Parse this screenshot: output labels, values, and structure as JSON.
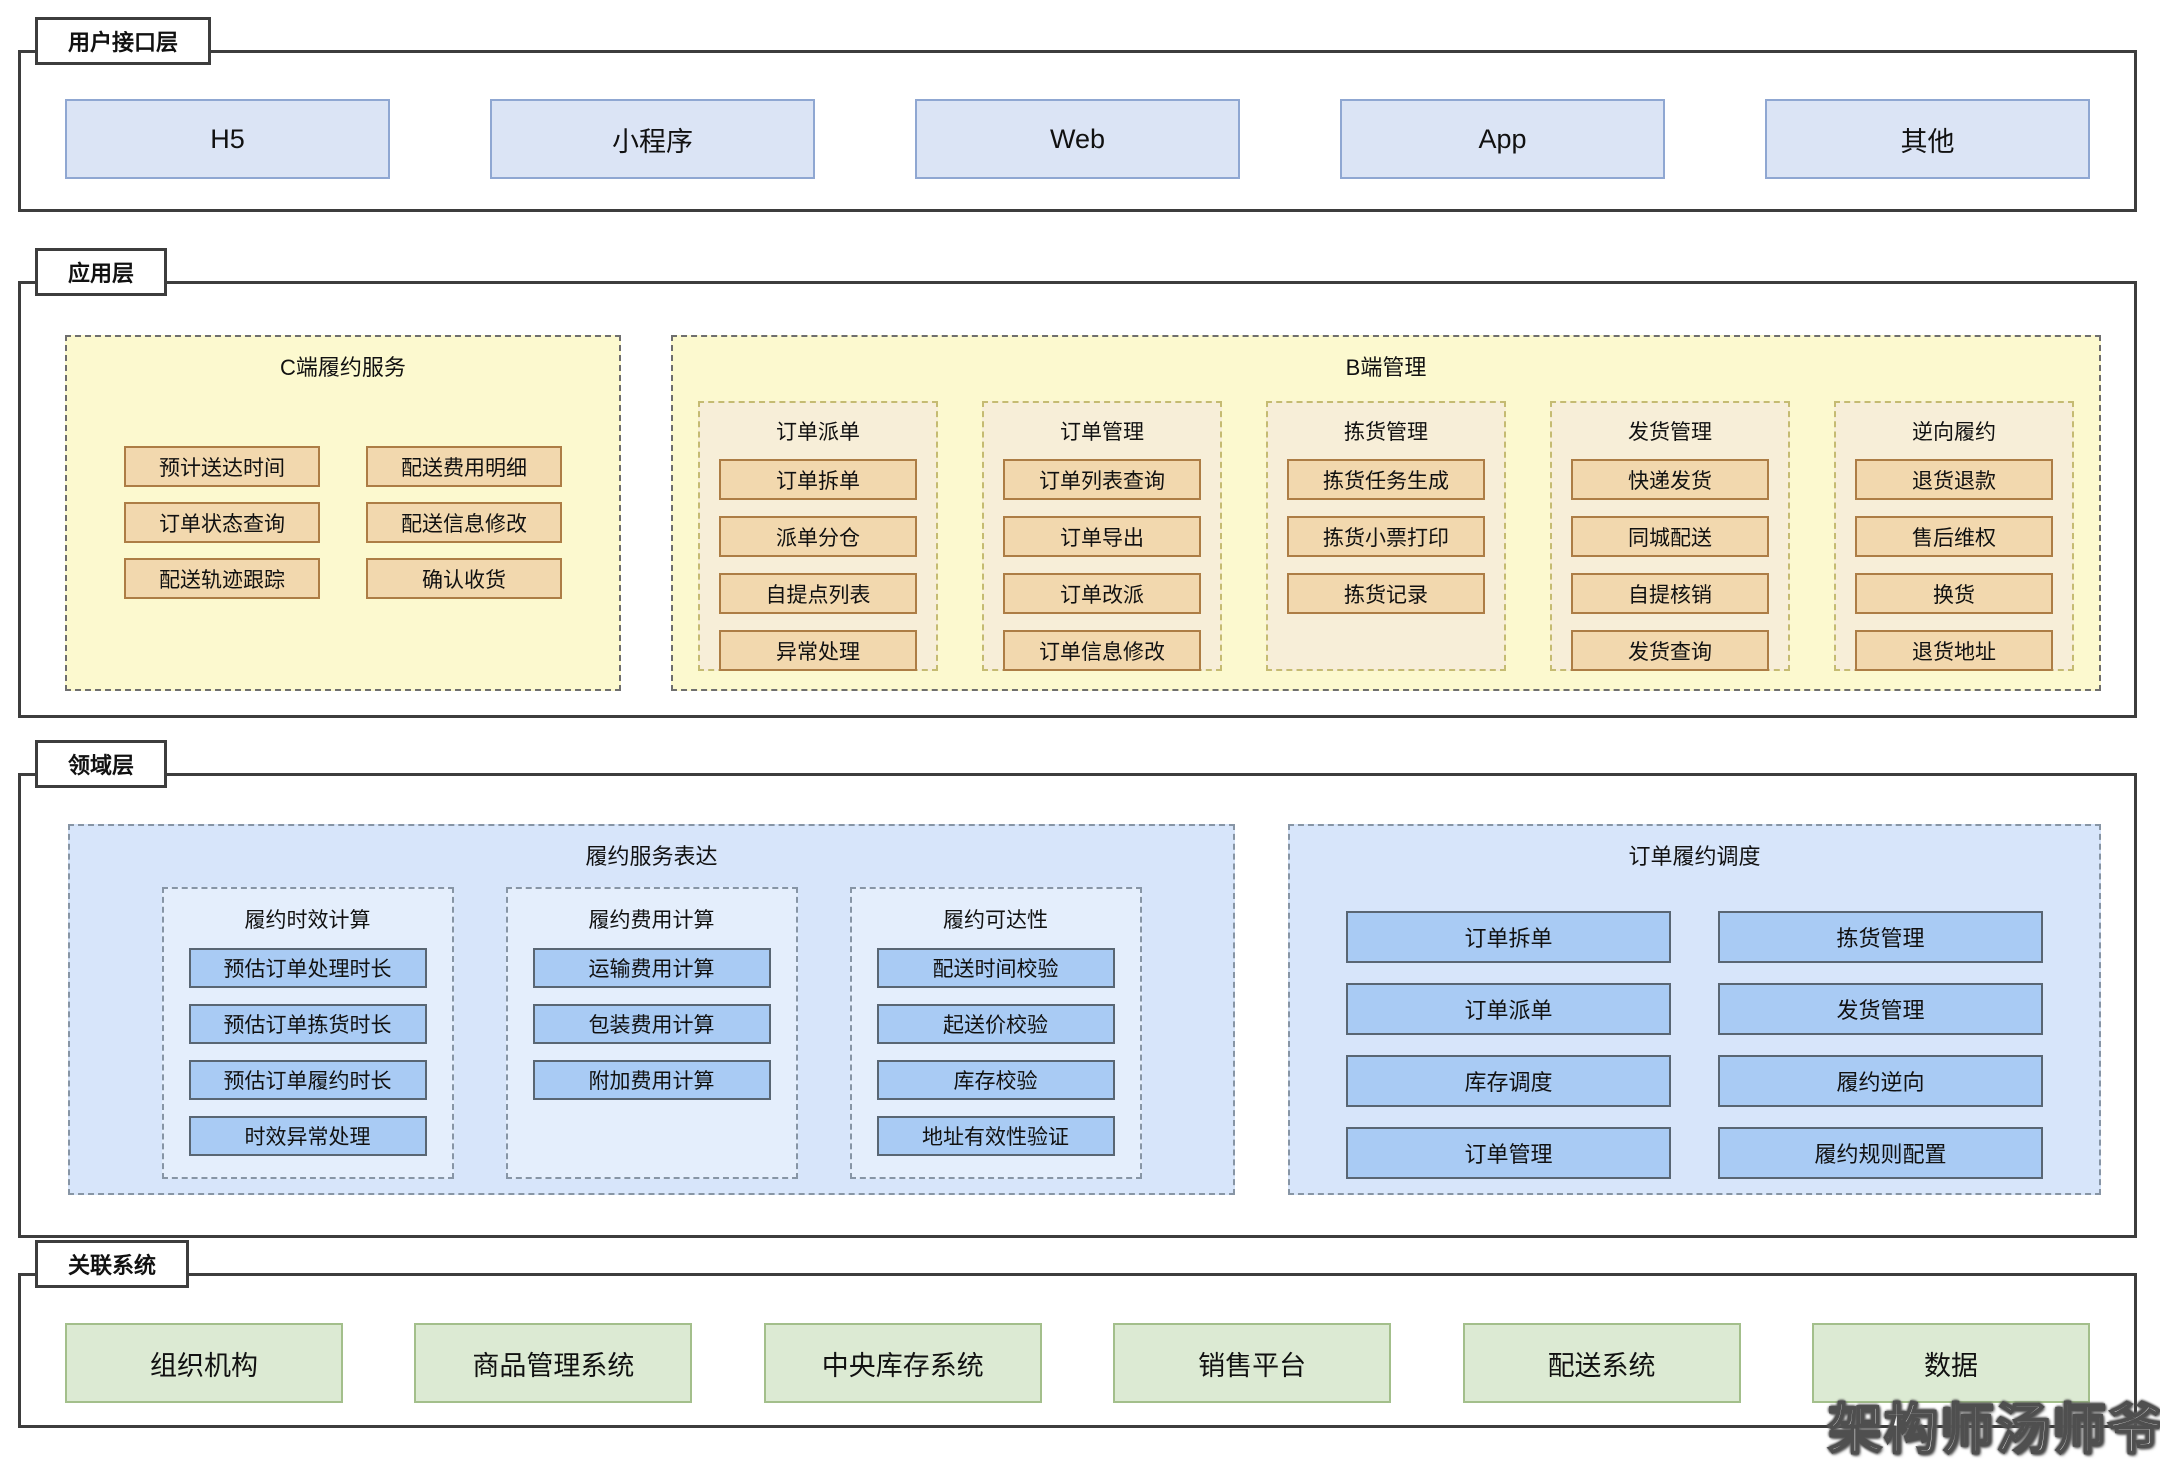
{
  "watermark": "架构师汤师爷",
  "colors": {
    "frame_border": "#3d3d3d",
    "ui_box_fill": "#dbe4f5",
    "ui_box_border": "#8fa7d2",
    "app_container_fill": "#fcf9cf",
    "app_group_fill": "#f7eed8",
    "app_group_border": "#c5bb72",
    "app_item_fill": "#f2d8ae",
    "app_item_border": "#ad7d45",
    "domain_container_fill": "#d7e5fa",
    "domain_group_fill": "#e4eefc",
    "domain_item_fill": "#a9cbf4",
    "domain_item_border": "#596673",
    "related_box_fill": "#dcead3",
    "related_box_border": "#a3bf8b"
  },
  "layers": {
    "ui": {
      "label": "用户接口层",
      "items": [
        "H5",
        "小程序",
        "Web",
        "App",
        "其他"
      ]
    },
    "app": {
      "label": "应用层",
      "c_service": {
        "title": "C端履约服务",
        "items": [
          "预计送达时间",
          "配送费用明细",
          "订单状态查询",
          "配送信息修改",
          "配送轨迹跟踪",
          "确认收货"
        ]
      },
      "b_mgmt": {
        "title": "B端管理",
        "groups": [
          {
            "title": "订单派单",
            "items": [
              "订单拆单",
              "派单分仓",
              "自提点列表",
              "异常处理"
            ]
          },
          {
            "title": "订单管理",
            "items": [
              "订单列表查询",
              "订单导出",
              "订单改派",
              "订单信息修改"
            ]
          },
          {
            "title": "拣货管理",
            "items": [
              "拣货任务生成",
              "拣货小票打印",
              "拣货记录"
            ]
          },
          {
            "title": "发货管理",
            "items": [
              "快递发货",
              "同城配送",
              "自提核销",
              "发货查询"
            ]
          },
          {
            "title": "逆向履约",
            "items": [
              "退货退款",
              "售后维权",
              "换货",
              "退货地址"
            ]
          }
        ]
      }
    },
    "domain": {
      "label": "领域层",
      "expression": {
        "title": "履约服务表达",
        "groups": [
          {
            "title": "履约时效计算",
            "items": [
              "预估订单处理时长",
              "预估订单拣货时长",
              "预估订单履约时长",
              "时效异常处理"
            ]
          },
          {
            "title": "履约费用计算",
            "items": [
              "运输费用计算",
              "包装费用计算",
              "附加费用计算"
            ]
          },
          {
            "title": "履约可达性",
            "items": [
              "配送时间校验",
              "起送价校验",
              "库存校验",
              "地址有效性验证"
            ]
          }
        ]
      },
      "scheduling": {
        "title": "订单履约调度",
        "col1": [
          "订单拆单",
          "订单派单",
          "库存调度",
          "订单管理"
        ],
        "col2": [
          "拣货管理",
          "发货管理",
          "履约逆向",
          "履约规则配置"
        ]
      }
    },
    "related": {
      "label": "关联系统",
      "items": [
        "组织机构",
        "商品管理系统",
        "中央库存系统",
        "销售平台",
        "配送系统",
        "数据"
      ]
    }
  }
}
